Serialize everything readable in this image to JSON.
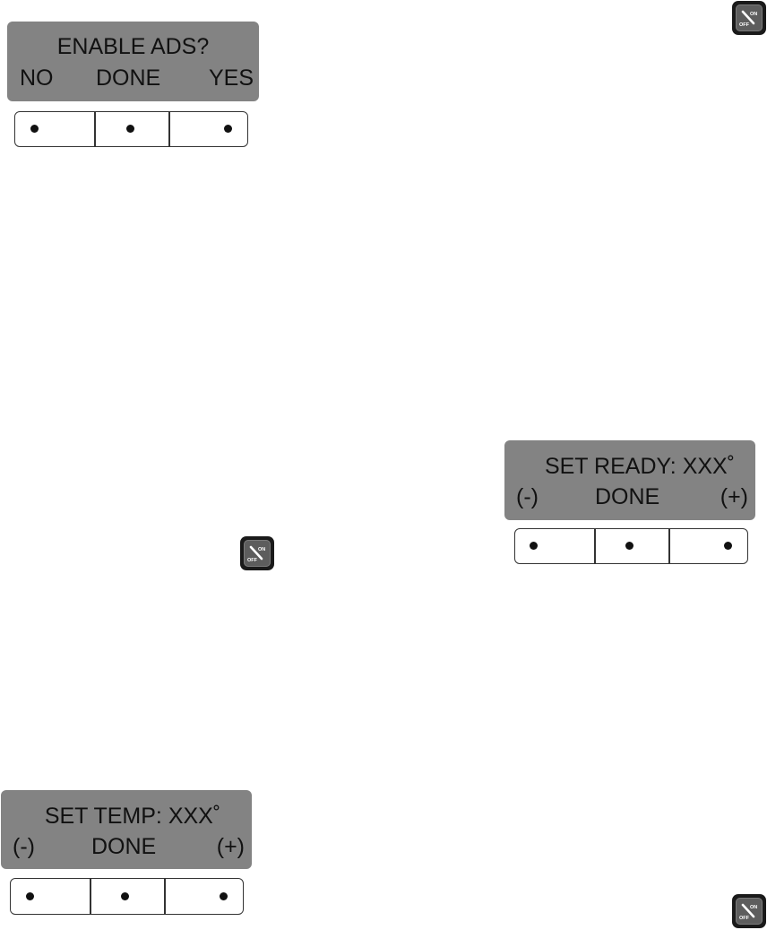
{
  "panels": [
    {
      "title": "ENABLE ADS?",
      "left": "NO",
      "center": "DONE",
      "right": "YES"
    },
    {
      "title": "SET READY: XXX˚",
      "left": "(-)",
      "center": "DONE",
      "right": "(+)"
    },
    {
      "title": "SET TEMP: XXX˚",
      "left": "(-)",
      "center": "DONE",
      "right": "(+)"
    }
  ],
  "power_button": {
    "icon": "power-on-off-icon",
    "on_label": "ON",
    "off_label": "OFF"
  },
  "colors": {
    "lcd_background": "#838383",
    "lcd_text": "#111111",
    "power_button_body": "#1a1a1a",
    "power_button_face": "#5d5d5d"
  }
}
